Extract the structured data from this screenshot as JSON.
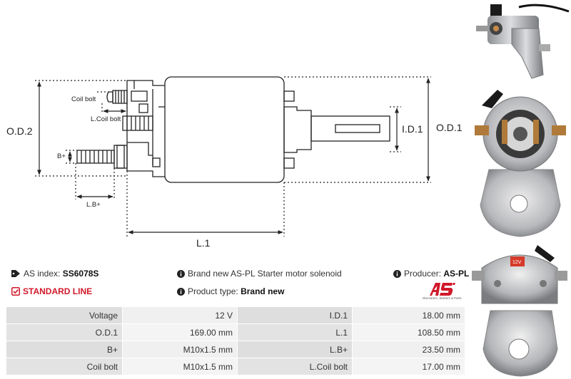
{
  "drawing": {
    "labels": {
      "od2": "O.D.2",
      "od1": "O.D.1",
      "id1": "I.D.1",
      "l1": "L.1",
      "coil_bolt": "Coil bolt",
      "l_coil_bolt": "L.Coil bolt",
      "b_plus": "B+",
      "l_b_plus": "L.B+"
    }
  },
  "info": {
    "index_label": "AS index:",
    "index_value": "SS6078S",
    "line_label": "STANDARD LINE",
    "description": "Brand new AS-PL Starter motor solenoid",
    "type_label": "Product type:",
    "type_value": "Brand new",
    "producer_label": "Producer:",
    "producer_value": "AS-PL"
  },
  "logo": {
    "mark": "AS",
    "tagline": "Alternators, Starters & Parts"
  },
  "specs": [
    {
      "k1": "Voltage",
      "v1": "12 V",
      "k2": "I.D.1",
      "v2": "18.00 mm"
    },
    {
      "k1": "O.D.1",
      "v1": "169.00 mm",
      "k2": "L.1",
      "v2": "108.50 mm"
    },
    {
      "k1": "B+",
      "v1": "M10x1.5 mm",
      "k2": "L.B+",
      "v2": "23.50 mm"
    },
    {
      "k1": "Coil bolt",
      "v1": "M10x1.5 mm",
      "k2": "L.Coil bolt",
      "v2": "17.00 mm"
    }
  ],
  "colors": {
    "accent_red": "#d0192a",
    "line": "#222222"
  },
  "icons": {
    "index": "tag-icon",
    "line": "checkbox-icon",
    "info": "info-circle-icon"
  },
  "photos": {
    "badge_text": "12V"
  }
}
